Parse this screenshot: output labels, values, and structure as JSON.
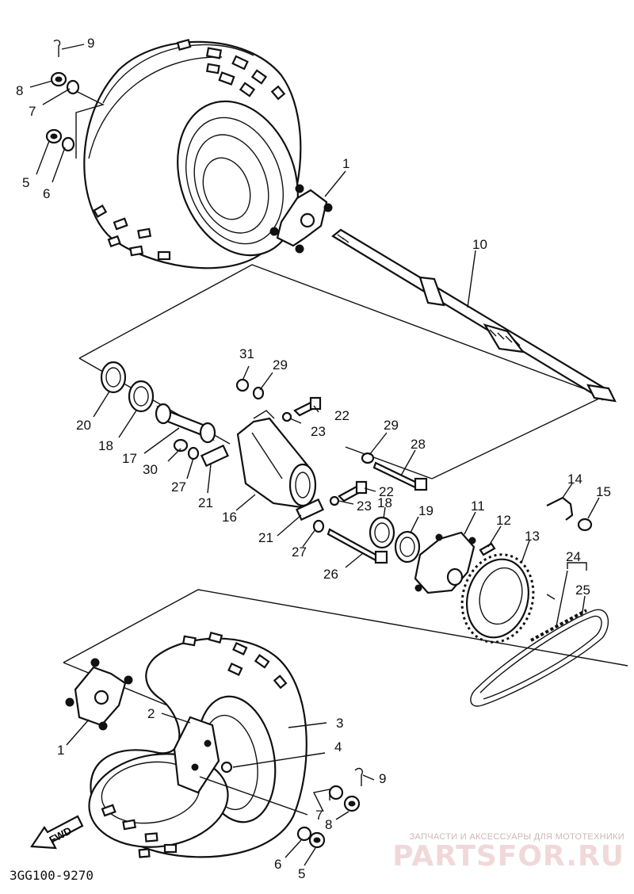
{
  "callouts": [
    {
      "id": "c9a",
      "text": "9"
    },
    {
      "id": "c8a",
      "text": "8"
    },
    {
      "id": "c7a",
      "text": "7"
    },
    {
      "id": "c5a",
      "text": "5"
    },
    {
      "id": "c6a",
      "text": "6"
    },
    {
      "id": "c1a",
      "text": "1"
    },
    {
      "id": "c10",
      "text": "10"
    },
    {
      "id": "c31",
      "text": "31"
    },
    {
      "id": "c29a",
      "text": "29"
    },
    {
      "id": "c20",
      "text": "20"
    },
    {
      "id": "c18a",
      "text": "18"
    },
    {
      "id": "c22a",
      "text": "22"
    },
    {
      "id": "c23a",
      "text": "23"
    },
    {
      "id": "c17",
      "text": "17"
    },
    {
      "id": "c30",
      "text": "30"
    },
    {
      "id": "c27a",
      "text": "27"
    },
    {
      "id": "c21a",
      "text": "21"
    },
    {
      "id": "c29b",
      "text": "29"
    },
    {
      "id": "c28",
      "text": "28"
    },
    {
      "id": "c22b",
      "text": "22"
    },
    {
      "id": "c23b",
      "text": "23"
    },
    {
      "id": "c16",
      "text": "16"
    },
    {
      "id": "c18b",
      "text": "18"
    },
    {
      "id": "c19",
      "text": "19"
    },
    {
      "id": "c21b",
      "text": "21"
    },
    {
      "id": "c27b",
      "text": "27"
    },
    {
      "id": "c26",
      "text": "26"
    },
    {
      "id": "c11",
      "text": "11"
    },
    {
      "id": "c12",
      "text": "12"
    },
    {
      "id": "c13",
      "text": "13"
    },
    {
      "id": "c14",
      "text": "14"
    },
    {
      "id": "c15",
      "text": "15"
    },
    {
      "id": "c24",
      "text": "24"
    },
    {
      "id": "c25",
      "text": "25"
    },
    {
      "id": "c2",
      "text": "2"
    },
    {
      "id": "c3",
      "text": "3"
    },
    {
      "id": "c1b",
      "text": "1"
    },
    {
      "id": "c4",
      "text": "4"
    },
    {
      "id": "c9b",
      "text": "9"
    },
    {
      "id": "c7b",
      "text": "7"
    },
    {
      "id": "c8b",
      "text": "8"
    },
    {
      "id": "c6b",
      "text": "6"
    },
    {
      "id": "c5b",
      "text": "5"
    }
  ],
  "fwd_label": "FWD",
  "drawing_code": "3GG100-9270",
  "watermark": {
    "caption": "ЗАПЧАСТИ И АКСЕССУАРЫ ДЛЯ МОТОТЕХНИКИ",
    "logo": "PARTSFOR.RU"
  }
}
